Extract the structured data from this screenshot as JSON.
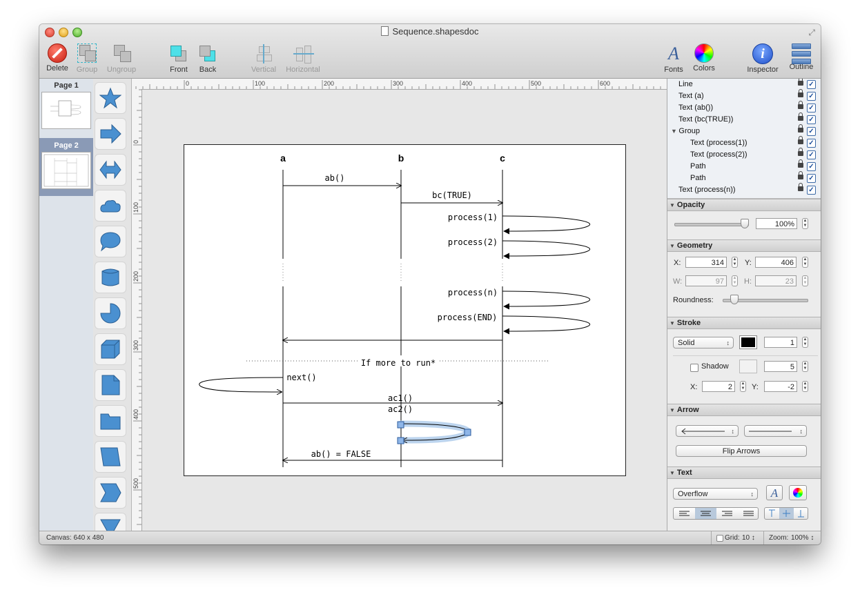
{
  "window": {
    "title": "Sequence.shapesdoc"
  },
  "toolbar": {
    "delete": "Delete",
    "group": "Group",
    "ungroup": "Ungroup",
    "front": "Front",
    "back": "Back",
    "vertical": "Vertical",
    "horizontal": "Horizontal",
    "fonts": "Fonts",
    "colors": "Colors",
    "inspector": "Inspector",
    "outline": "Outline"
  },
  "pages": [
    {
      "label": "Page 1"
    },
    {
      "label": "Page 2"
    }
  ],
  "diagram": {
    "participants": [
      "a",
      "b",
      "c"
    ],
    "messages": {
      "ab": "ab()",
      "bc": "bc(TRUE)",
      "p1": "process(1)",
      "p2": "process(2)",
      "pn": "process(n)",
      "pend": "process(END)",
      "loop": "If more to run*",
      "next": "next()",
      "ac1": "ac1()",
      "ac2": "ac2()",
      "abfalse": "ab() = FALSE"
    }
  },
  "ruler": {
    "h": [
      "0",
      "100",
      "200",
      "300",
      "400",
      "500",
      "600"
    ],
    "v": [
      "0",
      "100",
      "200",
      "300",
      "400",
      "500"
    ]
  },
  "outline": {
    "rows": [
      {
        "label": "Line",
        "indent": 0
      },
      {
        "label": "Text (a)",
        "indent": 0
      },
      {
        "label": "Text (ab())",
        "indent": 0
      },
      {
        "label": "Text (bc(TRUE))",
        "indent": 0
      },
      {
        "label": "Group",
        "indent": 0,
        "expanded": true
      },
      {
        "label": "Text (process(1))",
        "indent": 1
      },
      {
        "label": "Text (process(2))",
        "indent": 1
      },
      {
        "label": "Path",
        "indent": 1
      },
      {
        "label": "Path",
        "indent": 1
      },
      {
        "label": "Text (process(n))",
        "indent": 0
      }
    ]
  },
  "inspector": {
    "opacity": {
      "title": "Opacity",
      "value": "100%"
    },
    "geometry": {
      "title": "Geometry",
      "x_label": "X:",
      "y_label": "Y:",
      "w_label": "W:",
      "h_label": "H:",
      "x": "314",
      "y": "406",
      "w": "97",
      "h": "23",
      "roundness_label": "Roundness:"
    },
    "stroke": {
      "title": "Stroke",
      "style": "Solid",
      "width": "1",
      "shadow_label": "Shadow",
      "blur": "5",
      "x_label": "X:",
      "y_label": "Y:",
      "x": "2",
      "y": "-2"
    },
    "arrow": {
      "title": "Arrow",
      "flip": "Flip Arrows"
    },
    "text": {
      "title": "Text",
      "overflow": "Overflow"
    }
  },
  "status": {
    "canvas": "Canvas: 640 x 480",
    "grid": "Grid:",
    "grid_value": "10",
    "zoom": "Zoom:",
    "zoom_value": "100%"
  }
}
